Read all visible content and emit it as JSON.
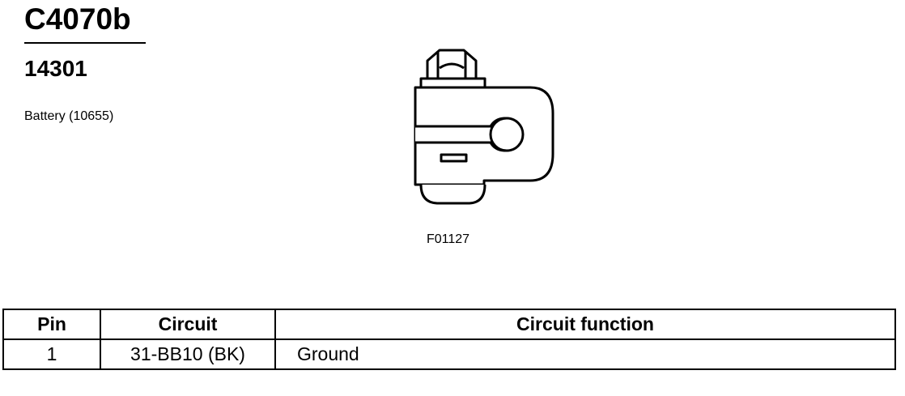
{
  "header": {
    "connector_id": "C4070b",
    "part_number": "14301",
    "component": "Battery (10655)"
  },
  "figure": {
    "code": "F01127",
    "icon": "ring-terminal-connector-icon"
  },
  "table": {
    "headers": [
      "Pin",
      "Circuit",
      "Circuit function"
    ],
    "rows": [
      [
        "1",
        "31-BB10 (BK)",
        "Ground"
      ]
    ]
  }
}
